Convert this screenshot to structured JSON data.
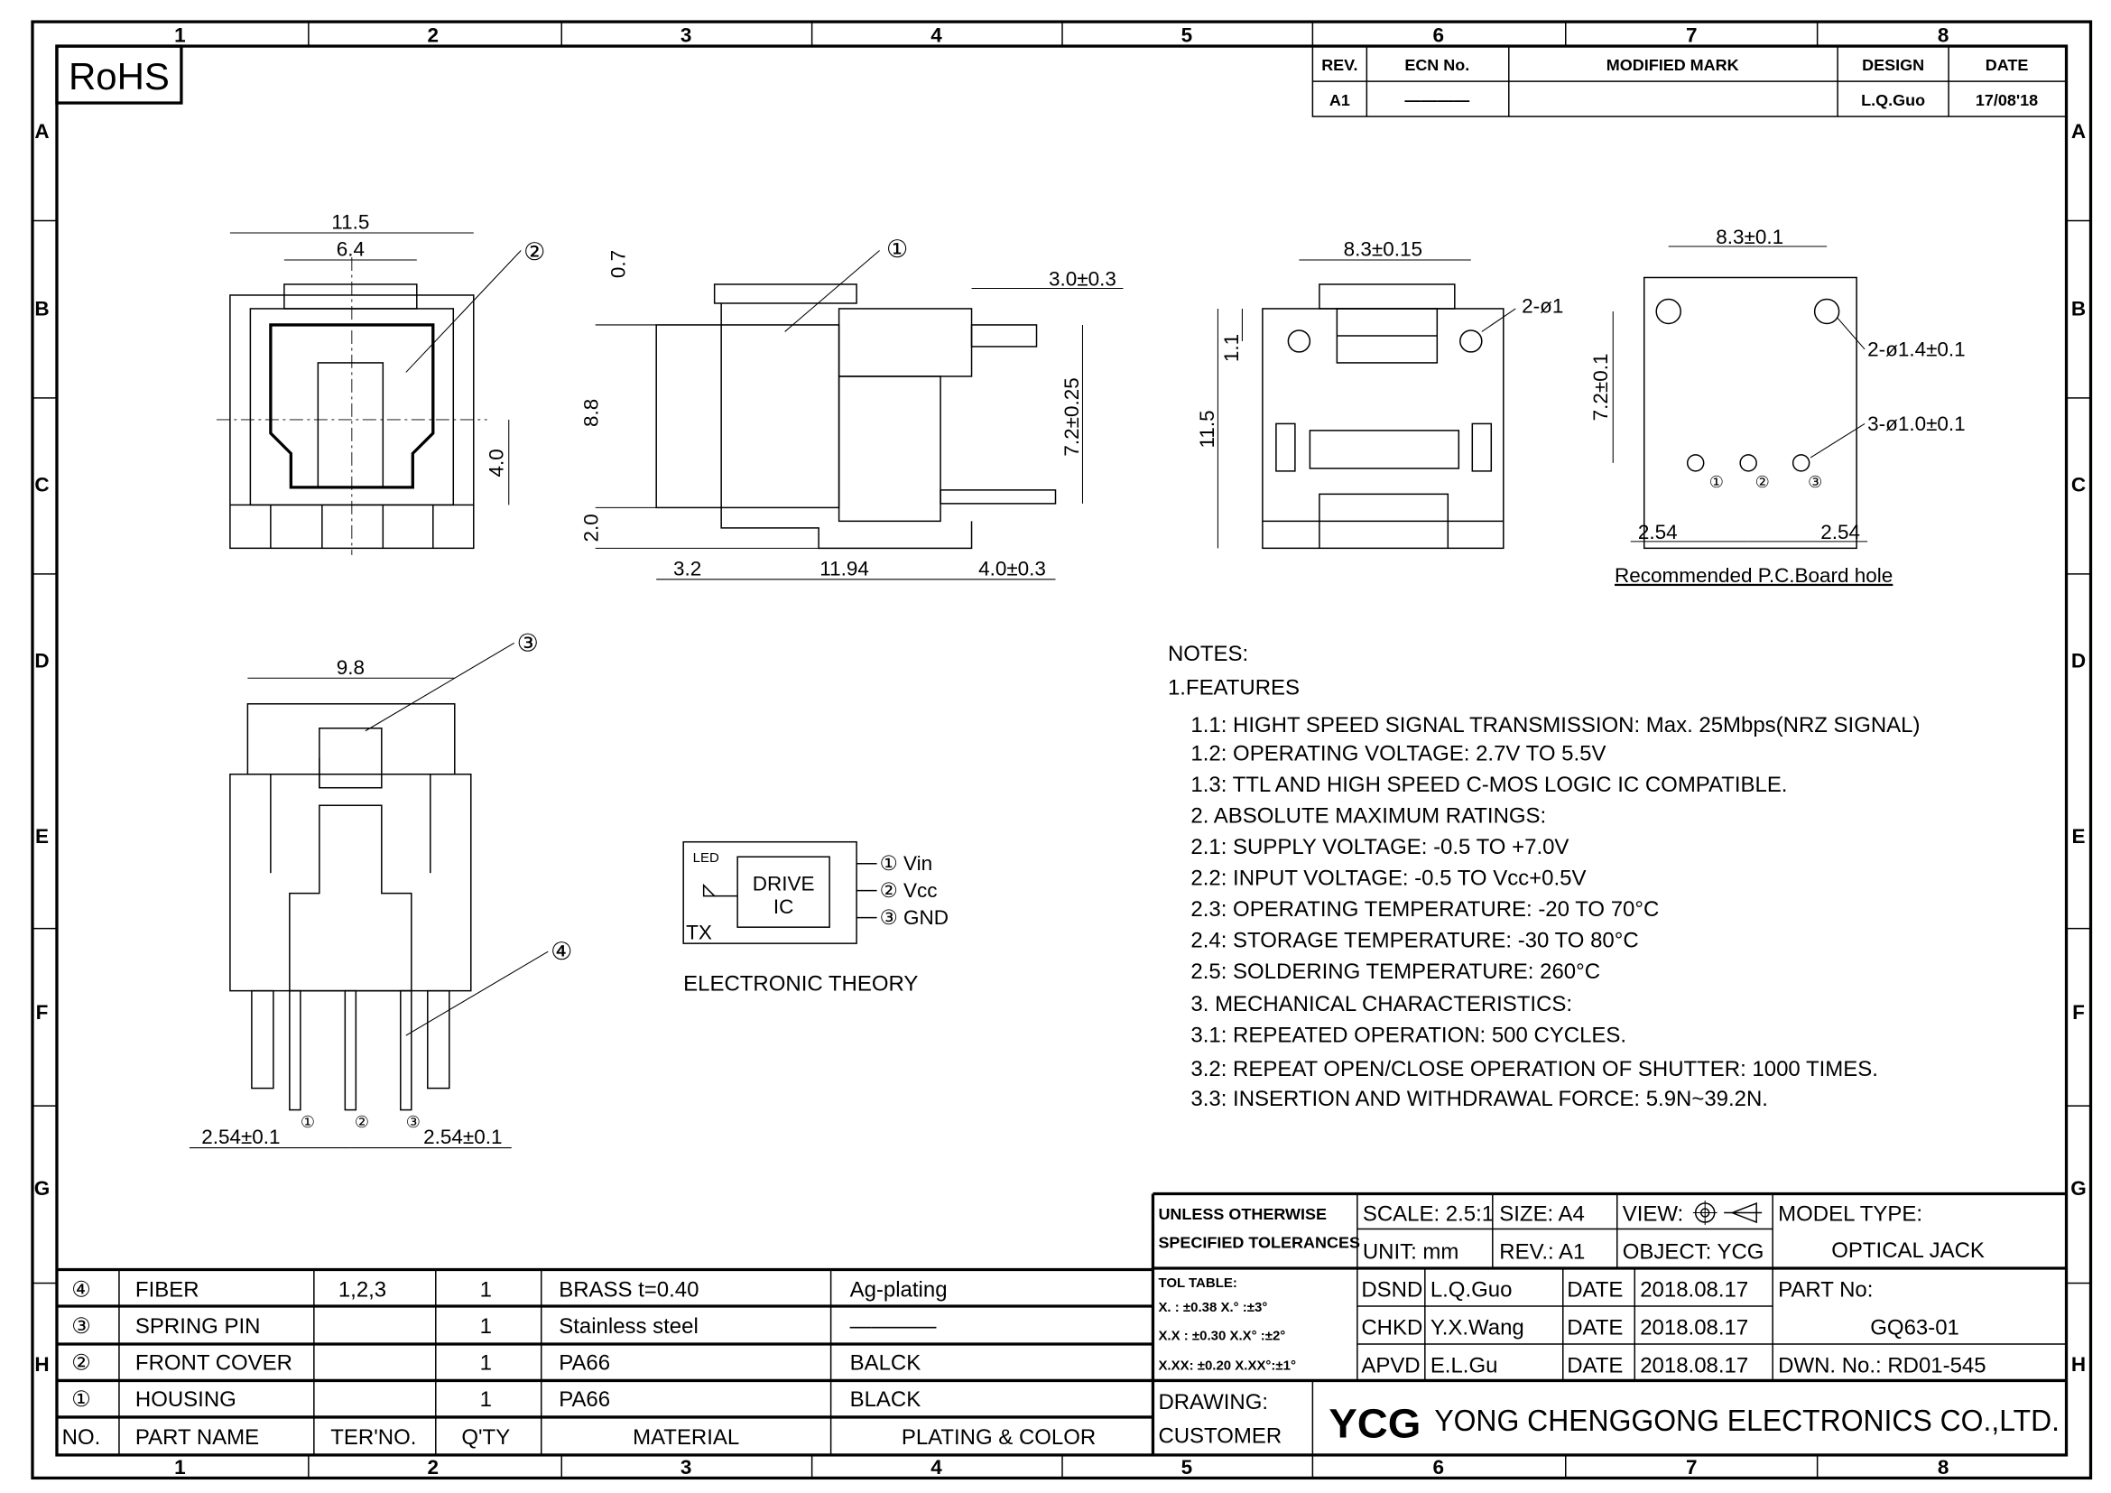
{
  "rohs": "RoHS",
  "zones": {
    "cols": [
      "1",
      "2",
      "3",
      "4",
      "5",
      "6",
      "7",
      "8"
    ],
    "rows": [
      "A",
      "B",
      "C",
      "D",
      "E",
      "F",
      "G",
      "H"
    ]
  },
  "revision_table": {
    "headers": [
      "REV.",
      "ECN No.",
      "MODIFIED MARK",
      "DESIGN",
      "DATE"
    ],
    "row": [
      "A1",
      "————",
      "",
      "L.Q.Guo",
      "17/08'18"
    ]
  },
  "callouts": [
    "①",
    "②",
    "③",
    "④"
  ],
  "front_view": {
    "width": "11.5",
    "inner_width": "6.4",
    "height_right": "4.0"
  },
  "side_view": {
    "top": "0.7",
    "height": "8.8",
    "bottom": "2.0",
    "d1": "3.2",
    "d2": "11.94",
    "d3": "4.0±0.3",
    "pin": "3.0±0.3",
    "pin_height": "7.2±0.25"
  },
  "rear_view": {
    "width": "8.3±0.15",
    "holes": "2-ø1",
    "top": "1.1",
    "height": "11.5"
  },
  "pcb": {
    "width": "8.3±0.1",
    "height": "7.2±0.1",
    "big_holes": "2-ø1.4±0.1",
    "small_holes": "3-ø1.0±0.1",
    "pitch_left": "2.54",
    "pitch_right": "2.54",
    "pin_labels": [
      "①",
      "②",
      "③"
    ],
    "caption": "Recommended  P.C.Board  hole"
  },
  "bottom_view": {
    "width": "9.8",
    "pitch_left": "2.54±0.1",
    "pitch_right": "2.54±0.1",
    "pin_labels": [
      "①",
      "②",
      "③"
    ]
  },
  "circuit": {
    "led": "LED",
    "ic_line1": "DRIVE",
    "ic_line2": "IC",
    "tx": "TX",
    "pins": [
      "① Vin",
      "② Vcc",
      "③ GND"
    ],
    "caption": "ELECTRONIC  THEORY"
  },
  "notes": {
    "title": "NOTES:",
    "lines": [
      "1.FEATURES",
      "1.1:  HIGHT  SPEED  SIGNAL  TRANSMISSION: Max.  25Mbps(NRZ  SIGNAL)",
      "1.2:  OPERATING  VOLTAGE: 2.7V  TO  5.5V",
      "1.3:  TTL  AND  HIGH  SPEED  C-MOS  LOGIC  IC  COMPATIBLE.",
      "2.  ABSOLUTE  MAXIMUM  RATINGS:",
      "2.1:  SUPPLY  VOLTAGE: -0.5  TO  +7.0V",
      "2.2:  INPUT  VOLTAGE: -0.5  TO  Vcc+0.5V",
      "2.3:  OPERATING  TEMPERATURE: -20  TO  70°C",
      "2.4:  STORAGE  TEMPERATURE: -30  TO  80°C",
      "2.5:  SOLDERING  TEMPERATURE: 260°C",
      "3.  MECHANICAL  CHARACTERISTICS:",
      "3.1:  REPEATED  OPERATION:  500  CYCLES.",
      "3.2:  REPEAT  OPEN/CLOSE  OPERATION  OF  SHUTTER: 1000  TIMES.",
      "3.3:  INSERTION  AND  WITHDRAWAL  FORCE: 5.9N~39.2N."
    ]
  },
  "bom": {
    "headers": [
      "NO.",
      "PART NAME",
      "TER'NO.",
      "Q'TY",
      "MATERIAL",
      "PLATING & COLOR"
    ],
    "rows": [
      [
        "④",
        "FIBER",
        "1,2,3",
        "1",
        "BRASS   t=0.40",
        "Ag-plating"
      ],
      [
        "③",
        "SPRING PIN",
        "",
        "1",
        "Stainless  steel",
        "————"
      ],
      [
        "②",
        "FRONT COVER",
        "",
        "1",
        "PA66",
        "BALCK"
      ],
      [
        "①",
        "HOUSING",
        "",
        "1",
        "PA66",
        "BLACK"
      ]
    ]
  },
  "title_block": {
    "tol_head1": "UNLESS OTHERWISE",
    "tol_head2": "SPECIFIED TOLERANCES",
    "scale": "SCALE: 2.5:1",
    "size": "SIZE:  A4",
    "view": "VIEW:",
    "unit": "UNIT:  mm",
    "rev": "REV.:  A1",
    "object": "OBJECT:  YCG",
    "model_label": "MODEL  TYPE:",
    "model": "OPTICAL  JACK",
    "tol_table": [
      "TOL  TABLE:",
      "X.  :  ±0.38    X.° :±3°",
      "X.X :  ±0.30    X.X° :±2°",
      "X.XX:  ±0.20    X.XX°:±1°"
    ],
    "sign": [
      {
        "role": "DSND",
        "name": "L.Q.Guo",
        "date_label": "DATE",
        "date": "2018.08.17"
      },
      {
        "role": "CHKD",
        "name": "Y.X.Wang",
        "date_label": "DATE",
        "date": "2018.08.17"
      },
      {
        "role": "APVD",
        "name": "E.L.Gu",
        "date_label": "DATE",
        "date": "2018.08.17"
      }
    ],
    "part_label": "PART  No:",
    "part": "GQ63-01",
    "dwn": "DWN.  No.: RD01-545",
    "drawing": "DRAWING:",
    "customer": "CUSTOMER",
    "logo": "YCG",
    "company": "YONG  CHENGGONG  ELECTRONICS  CO.,LTD."
  }
}
